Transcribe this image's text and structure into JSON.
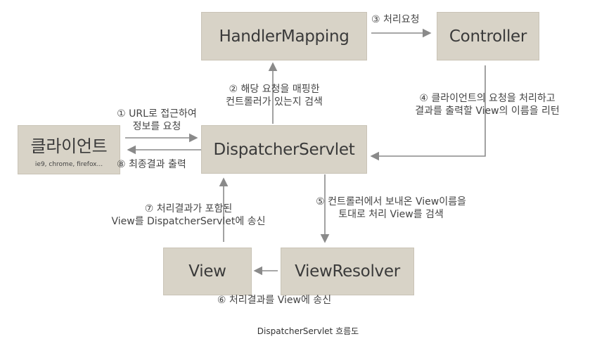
{
  "boxes": {
    "handler_mapping": "HandlerMapping",
    "controller": "Controller",
    "client": "클라이언트",
    "client_sub": "ie9, chrome, firefox...",
    "dispatcher": "DispatcherServlet",
    "view": "View",
    "view_resolver": "ViewResolver"
  },
  "steps": {
    "s1_line1": "① URL로 접근하여",
    "s1_line2": "정보를 요청",
    "s2_line1": "② 해당 요청을 매핑한",
    "s2_line2": "컨트롤러가 있는지 검색",
    "s3": "③ 처리요청",
    "s4_line1": "④ 클라이언트의 요청을 처리하고",
    "s4_line2": "결과를 출력할 View의 이름을 리턴",
    "s5_line1": "⑤ 컨트롤러에서 보내온 View이름을",
    "s5_line2": "토대로 처리 View를 검색",
    "s6": "⑥ 처리결과를 View에 송신",
    "s7_line1": "⑦ 처리결과가 포함된",
    "s7_line2": "View를 DispatcherServlet에 송신",
    "s8": "⑧ 최종결과 출력"
  },
  "caption": "DispatcherServlet 흐름도",
  "colors": {
    "box_fill": "#d8d3c7",
    "arrow": "#8a8a8a",
    "text": "#3a3a3a"
  }
}
